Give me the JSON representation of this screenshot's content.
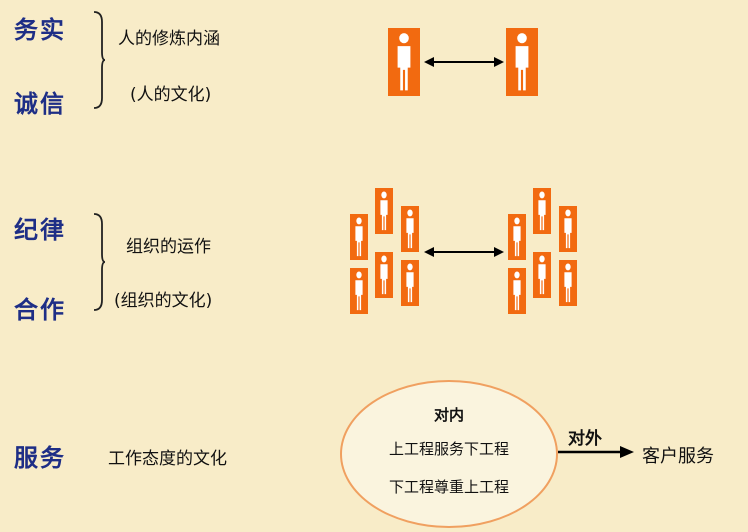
{
  "sections": [
    {
      "key_top": "务实",
      "key_bottom": "诚信",
      "desc1": "人的修炼内涵",
      "desc2": "(人的文化)"
    },
    {
      "key_top": "纪律",
      "key_bottom": "合作",
      "desc1": "组织的运作",
      "desc2": "(组织的文化)"
    },
    {
      "key": "服务",
      "desc": "工作态度的文化"
    }
  ],
  "ellipse": {
    "title": "对内",
    "line1": "上工程服务下工程",
    "line2": "下工程尊重上工程"
  },
  "arrow_label": "对外",
  "target": "客户服务",
  "colors": {
    "heading": "#1e2e86",
    "figure": "#f26a10",
    "figure_body": "#ffffff",
    "background": "#f8ecc8"
  }
}
